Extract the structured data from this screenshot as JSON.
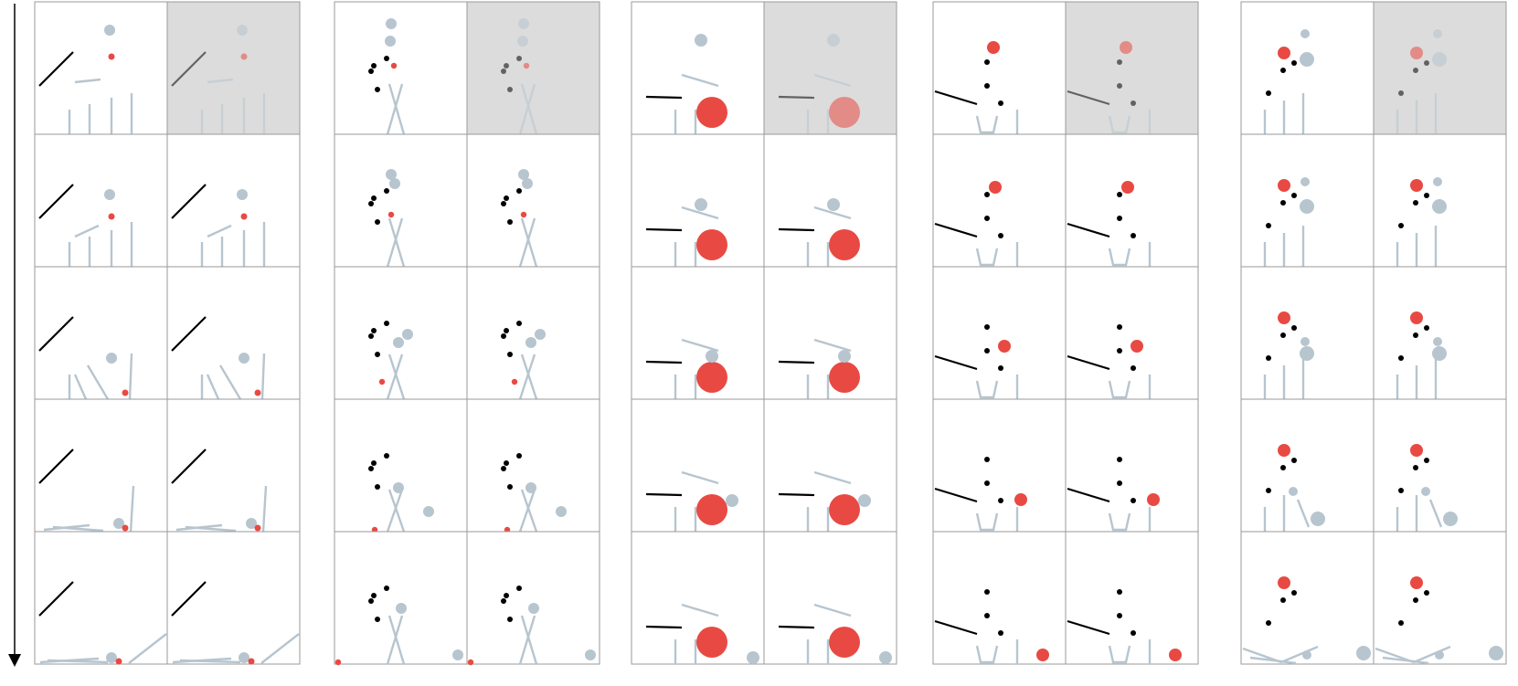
{
  "figure": {
    "description_free": true,
    "time_arrow_icon": "down-arrow-icon",
    "colors": {
      "background": "#ffffff",
      "frame_border": "#9a9a9a",
      "initial_shade": "#dcdcdc",
      "obstacle": "#b7c5cf",
      "ball": "#e84a43",
      "dot": "#000000",
      "rod": "#000000"
    },
    "layout": {
      "rows": 5,
      "pairs": 5,
      "columns_per_pair": 2
    }
  }
}
